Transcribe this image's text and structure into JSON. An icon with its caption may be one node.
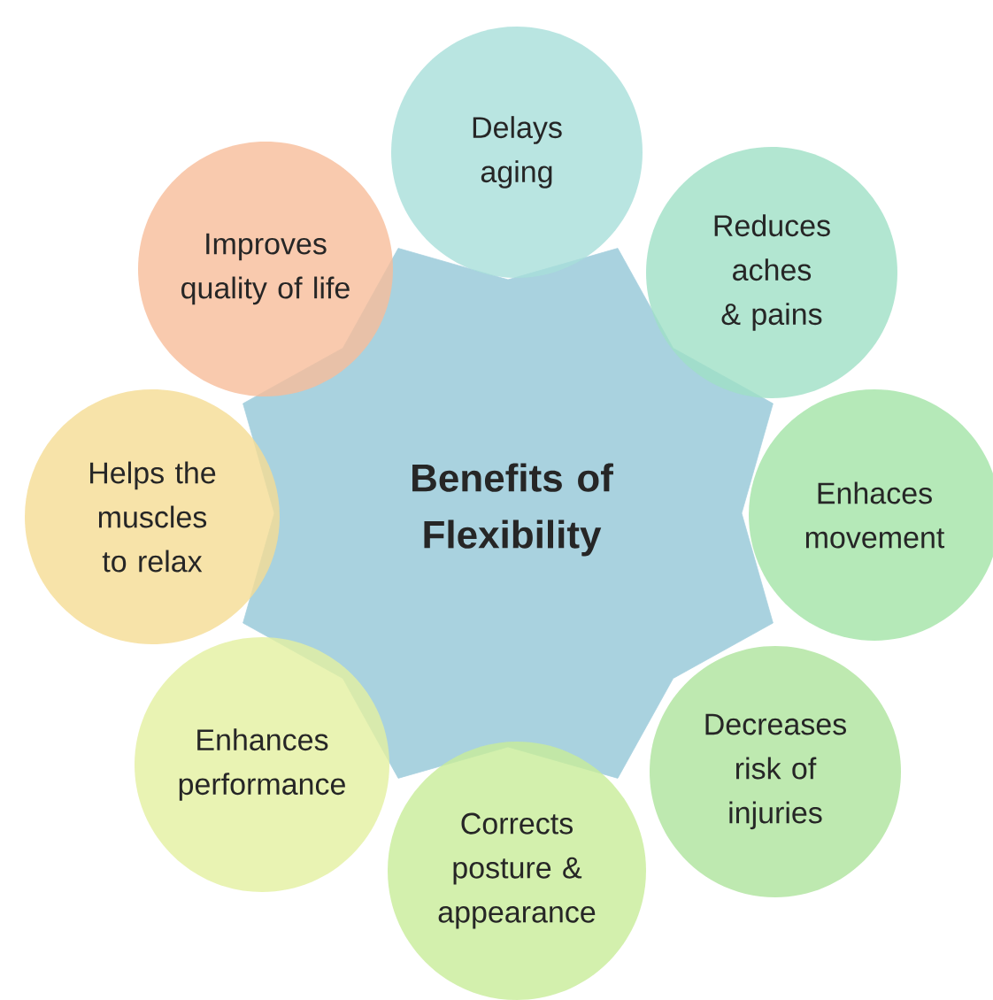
{
  "diagram": {
    "nodes": [
      {
        "text": [
          "Benefits of Flexibility"
        ]
      },
      {
        "text": [
          "Delays aging"
        ]
      },
      {
        "text": [
          "Reduces aches & pains"
        ]
      },
      {
        "text": [
          "Enhaces movement"
        ]
      },
      {
        "text": [
          "Decreases risk of injuries"
        ]
      },
      {
        "text": [
          "Corrects posture & appearance"
        ]
      },
      {
        "text": [
          "Enhances performance"
        ]
      },
      {
        "text": [
          "Helps the muscles to relax"
        ]
      },
      {
        "text": [
          "Improves quality of life"
        ]
      }
    ]
  }
}
